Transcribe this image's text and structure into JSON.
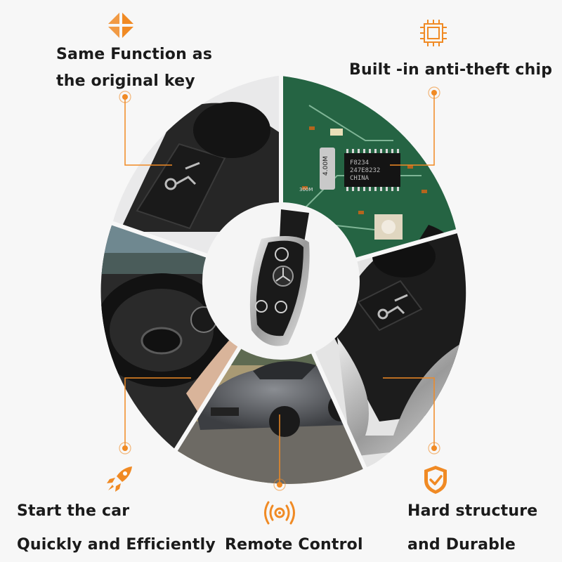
{
  "features": {
    "same_function": {
      "line1": "Same Function as",
      "line2": "the original key",
      "icon": "diamond-arrows-icon"
    },
    "anti_theft": {
      "text": "Built -in anti-theft chip",
      "icon": "chip-icon"
    },
    "start_car": {
      "line1": "Start the car",
      "line2": "Quickly and Efficiently",
      "icon": "rocket-icon"
    },
    "remote": {
      "text": "Remote Control",
      "icon": "signal-icon"
    },
    "hard": {
      "line1": "Hard structure",
      "line2": "and Durable",
      "icon": "shield-check-icon"
    }
  },
  "chip_markings": {
    "crystal": "4.00M",
    "ic_line1": "F8234",
    "ic_line2": "247E8232",
    "ic_line3": "CHINA",
    "board_mark": "300M"
  },
  "colors": {
    "accent": "#f08a24",
    "text": "#1b1b1b",
    "background": "#f7f7f7"
  }
}
